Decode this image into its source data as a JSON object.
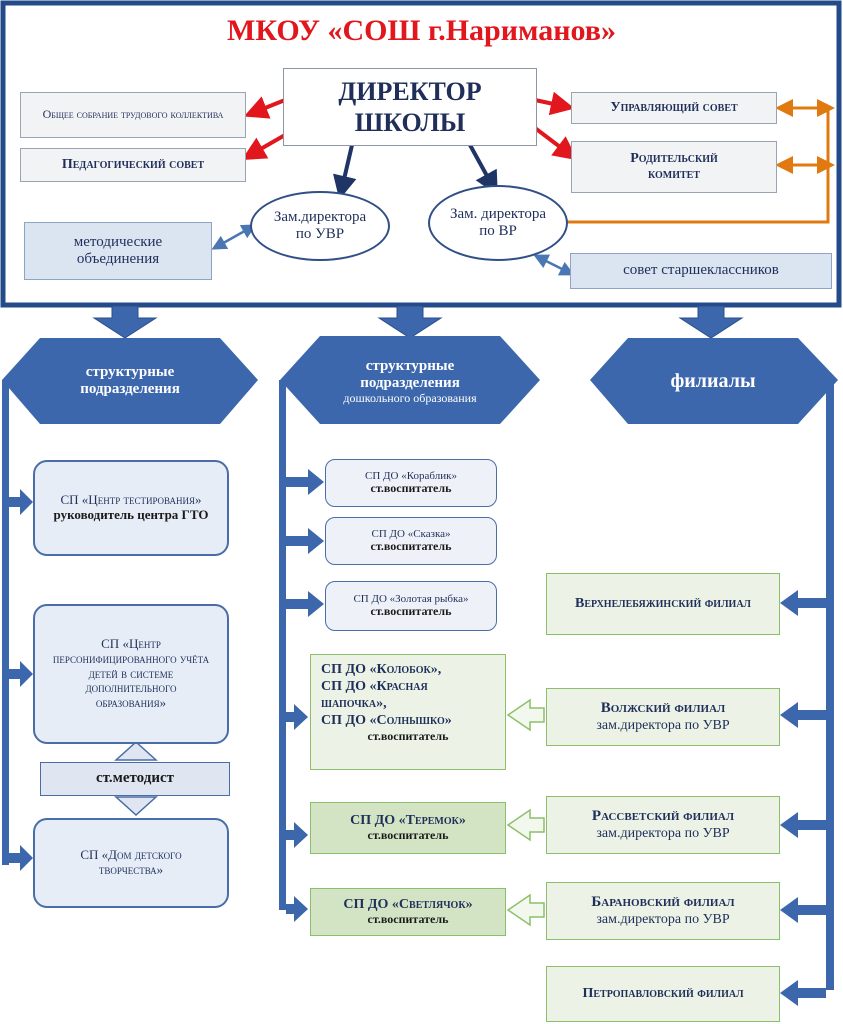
{
  "title": "МКОУ «СОШ г.Нариманов»",
  "director": [
    "ДИРЕКТОР",
    "ШКОЛЫ"
  ],
  "left_boxes": {
    "general_meeting": "Общее собрание трудового коллектива",
    "ped_council": "Педагогический совет",
    "methodical": "методические объединения"
  },
  "right_boxes": {
    "managing_council": "Управляющий совет",
    "parents_committee": "Родительский комитет",
    "senior_council": "совет старшеклассников"
  },
  "deputies": {
    "uvr": "Зам.директора по УВР",
    "vr": "Зам. директора по ВР"
  },
  "columns": {
    "struct": "структурные подразделения",
    "preschool_title": "структурные подразделения",
    "preschool_sub": "дошкольного образования",
    "branches": "филиалы"
  },
  "struct_units": {
    "gto": {
      "name": "СП «Центр тестирования»",
      "head": "руководитель центра ГТО"
    },
    "pfdo": {
      "name": "СП «Центр персонифицированного учёта детей в системе дополнительного образования»"
    },
    "methodist": "ст.методист",
    "ddt": {
      "name": "СП «Дом детского творчества»"
    }
  },
  "preschool_units": [
    {
      "name": "СП ДО «Кораблик»",
      "head": "ст.воспитатель"
    },
    {
      "name": "СП ДО «Сказка»",
      "head": "ст.воспитатель"
    },
    {
      "name": "СП ДО «Золотая рыбка»",
      "head": "ст.воспитатель"
    }
  ],
  "preschool_green": [
    {
      "lines": [
        "СП ДО «Колобок»,",
        "СП ДО «Красная шапочка»,",
        "СП ДО «Солнышко»"
      ],
      "head": "ст.воспитатель"
    },
    {
      "lines": [
        "СП ДО «Теремок»"
      ],
      "head": "ст.воспитатель"
    },
    {
      "lines": [
        "СП ДО «Светлячок»"
      ],
      "head": "ст.воспитатель"
    }
  ],
  "branches": [
    {
      "name": "Верхнелебяжинский филиал",
      "head": ""
    },
    {
      "name": "Волжский филиал",
      "head": "зам.директора по УВР"
    },
    {
      "name": "Рассветский филиал",
      "head": "зам.директора по УВР"
    },
    {
      "name": "Барановский филиал",
      "head": "зам.директора по УВР"
    },
    {
      "name": "Петропавловский филиал",
      "head": ""
    }
  ],
  "colors": {
    "title": "#e2161d",
    "frame": "#254a8a",
    "hexagon": "#3c67ac",
    "red_arrow": "#e2161d",
    "orange_arrow": "#e07a10",
    "green_border": "#8cbf6a"
  }
}
